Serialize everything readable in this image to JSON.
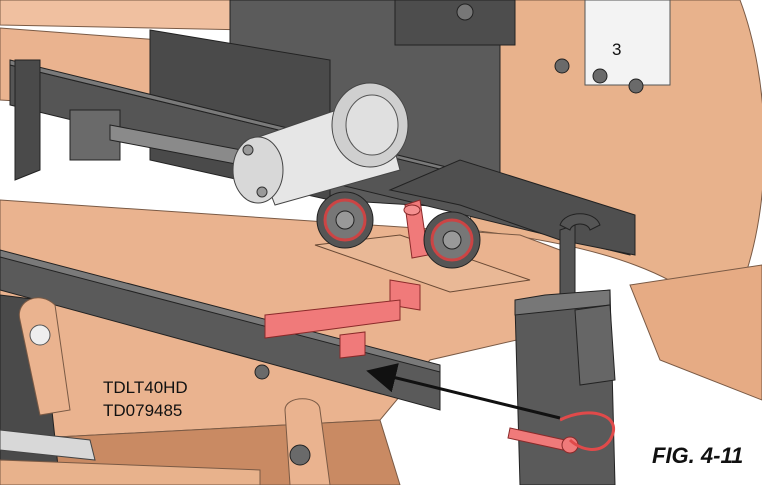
{
  "illustration": {
    "part_labels": {
      "line1": "TDLT40HD",
      "line2": "TD079485"
    },
    "figure_caption": "FIG. 4-11",
    "panel_number": "3"
  },
  "colors": {
    "frame_orange": "#eab38f",
    "frame_orange_dark": "#c98a63",
    "steel_gray": "#5b5b5b",
    "steel_dark": "#3d3d3d",
    "highlight_red": "#f07a7a",
    "motor_light": "#e6e6e6",
    "drum": "#e8b28c",
    "arrow": "#111111"
  }
}
